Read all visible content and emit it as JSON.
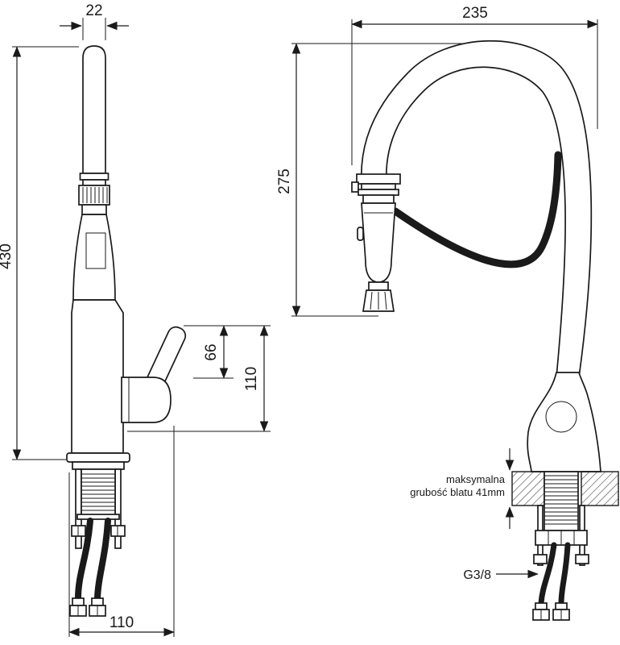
{
  "drawing": {
    "left_view": {
      "dim_spout_width": "22",
      "dim_total_height": "430",
      "dim_handle_top": "66",
      "dim_handle_full": "110",
      "dim_base_width": "110"
    },
    "right_view": {
      "dim_reach": "235",
      "dim_spout_height": "275",
      "countertop_note_line1": "maksymalna",
      "countertop_note_line2": "grubość blatu 41mm",
      "thread_size": "G3/8"
    },
    "colors": {
      "line": "#1a1a1a",
      "background": "#ffffff"
    }
  }
}
